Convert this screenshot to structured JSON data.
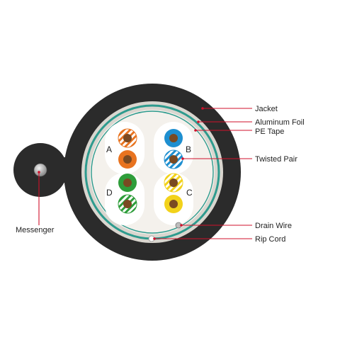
{
  "diagram": {
    "colors": {
      "jacket": "#2b2b2b",
      "aluminum_foil": "#d9d6cf",
      "pe_tape": "#2e9b8e",
      "core_fill": "#f4f1ec",
      "pair_holder": "#ffffff",
      "leader": "#d0112b",
      "orange": "#e8731f",
      "blue": "#1e8fd0",
      "green": "#2e9d3a",
      "brown": "#7a4a22",
      "yellow": "#f2d21b"
    },
    "labels": {
      "jacket": "Jacket",
      "aluminum_foil": "Aluminum Foil",
      "pe_tape": "PE Tape",
      "twisted_pair": "Twisted Pair",
      "drain_wire": "Drain Wire",
      "rip_cord": "Rip Cord",
      "messenger": "Messenger"
    },
    "pairs": [
      {
        "letter": "A",
        "solid_color": "orange",
        "striped_color": "orange"
      },
      {
        "letter": "B",
        "solid_color": "blue",
        "striped_color": "blue"
      },
      {
        "letter": "C",
        "solid_color": "yellow",
        "striped_color": "yellow"
      },
      {
        "letter": "D",
        "solid_color": "green",
        "striped_color": "green"
      }
    ]
  }
}
